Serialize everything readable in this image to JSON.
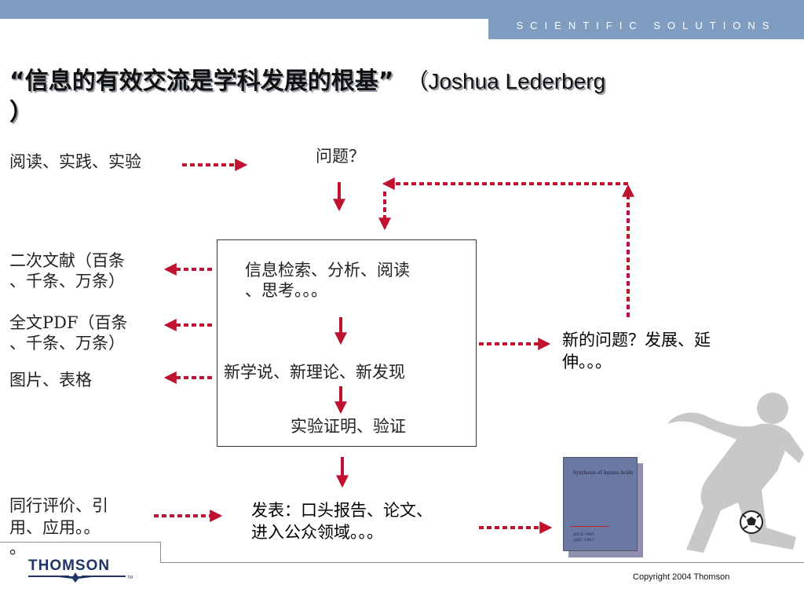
{
  "header": {
    "solutions": "SCIENTIFIC SOLUTIONS"
  },
  "title": {
    "quote": "“信息的有效交流是学科发展的根基”",
    "author": "（Joshua Lederberg",
    "close": "）"
  },
  "left": {
    "reading": "阅读、实践、实验",
    "secondary_line1": "二次文献（百条",
    "secondary_line2": "、千条、万条）",
    "fulltext_line1": "全文PDF（百条",
    "fulltext_line2": "、千条、万条）",
    "figures": "图片、表格",
    "peer_line1": "同行评价、引",
    "peer_line2": "用、应用。。",
    "peer_line3": "。"
  },
  "center": {
    "question": "问题？",
    "retrieval_line1": "信息检索、分析、阅读",
    "retrieval_line2": "、思考。。。",
    "theory": "新学说、新理论、新发现",
    "verify": "实验证明、验证",
    "publish_line1": "发表：口头报告、论文、",
    "publish_line2": "进入公众领域。。。"
  },
  "right": {
    "new_q_line1": "新的问题？发展、延",
    "new_q_line2": "伸。。。"
  },
  "book": {
    "title": "Synthesis of Amino Acids",
    "foot": "JACS 1995\n2JSC 1987"
  },
  "footer": {
    "logo": "THOMSON",
    "copyright": "Copyright 2004 Thomson"
  },
  "colors": {
    "accent": "#7f9cc1",
    "arrow": "#c0112f"
  }
}
